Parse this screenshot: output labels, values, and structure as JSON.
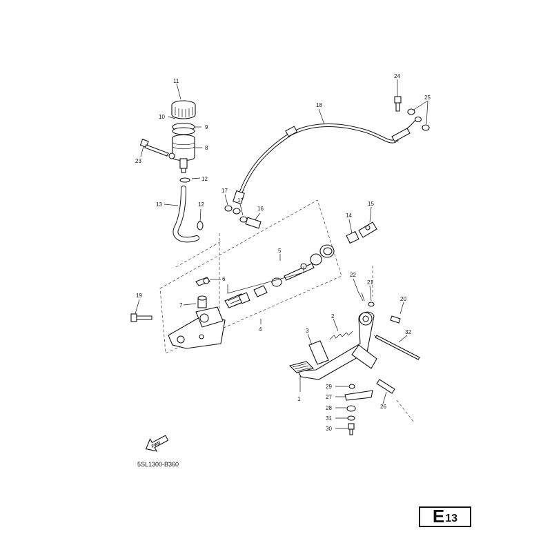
{
  "diagram": {
    "code": "5SL1300-B360",
    "fwd_label": "FWD",
    "page": {
      "letter": "E",
      "number": "13"
    },
    "callouts": [
      "1",
      "2",
      "3",
      "4",
      "5",
      "6",
      "7",
      "8",
      "9",
      "10",
      "11",
      "12",
      "12",
      "13",
      "14",
      "15",
      "16",
      "17",
      "17",
      "18",
      "19",
      "20",
      "21",
      "22",
      "23",
      "24",
      "25",
      "26",
      "27",
      "28",
      "29",
      "30",
      "31",
      "32"
    ]
  }
}
